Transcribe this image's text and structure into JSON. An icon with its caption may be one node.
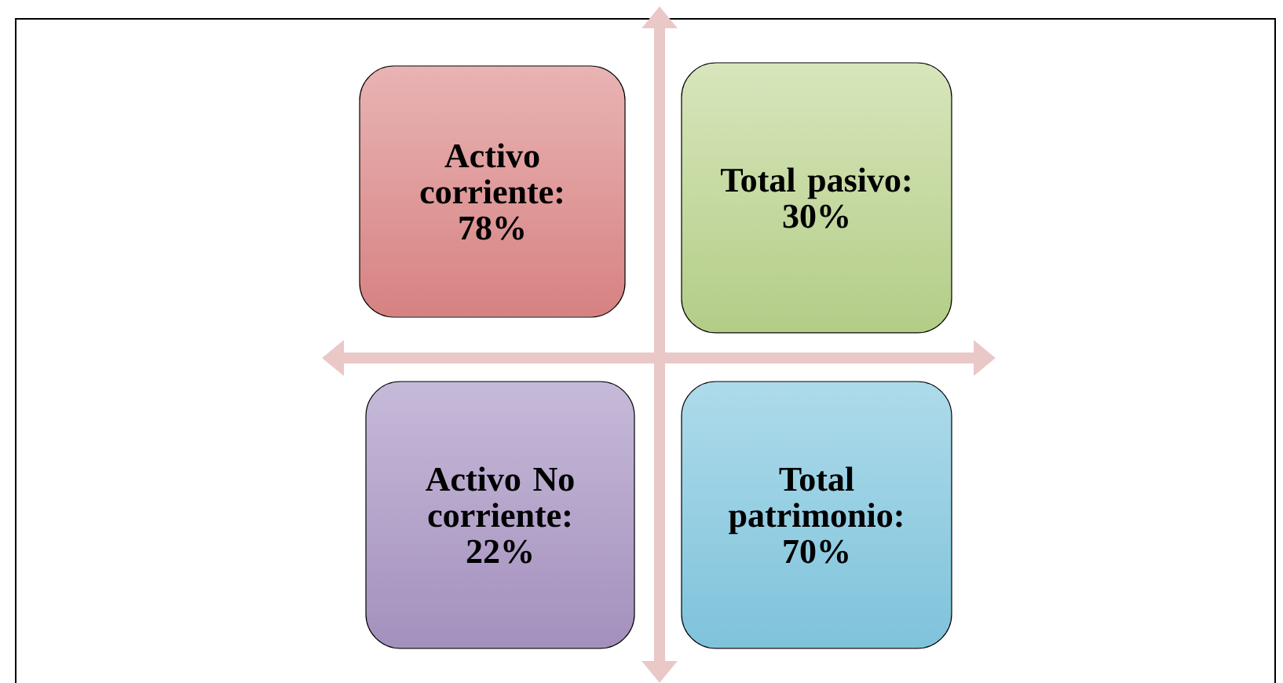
{
  "diagram": {
    "nodes": [
      {
        "text": [
          "Activo corriente: 78%"
        ]
      },
      {
        "text": [
          "Total pasivo: 30%"
        ]
      },
      {
        "text": [
          "Activo No corriente: 22%"
        ]
      },
      {
        "text": [
          "Total patrimonio: 70%"
        ]
      }
    ]
  }
}
